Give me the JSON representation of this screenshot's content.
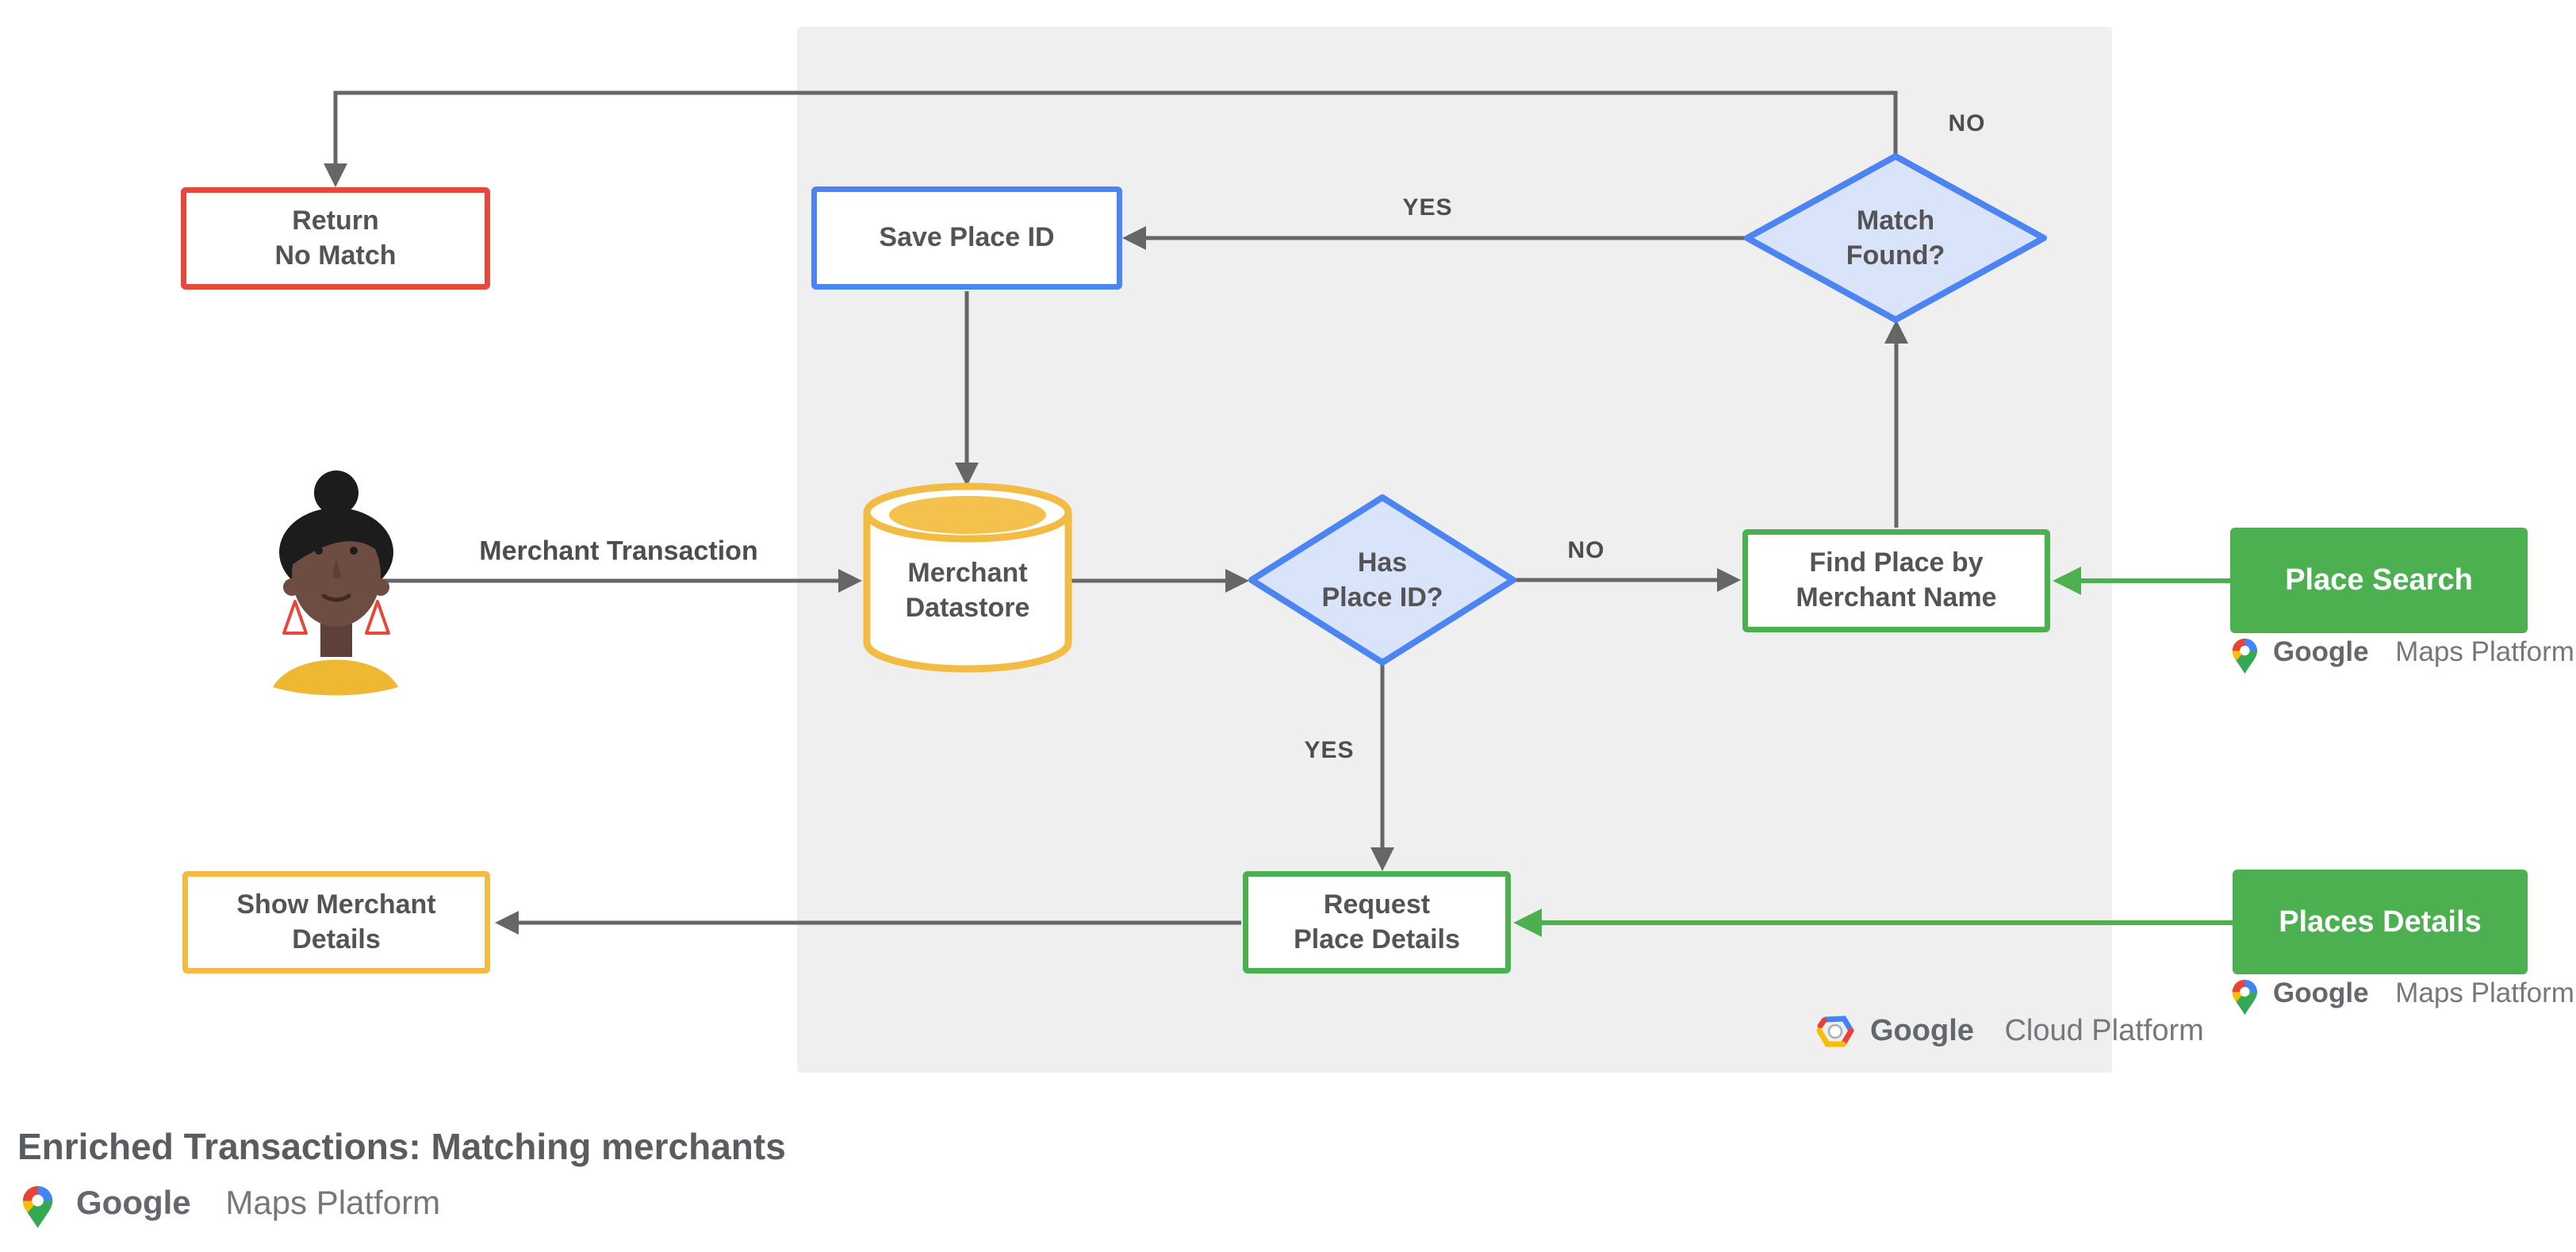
{
  "title": "Enriched Transactions: Matching merchants",
  "nodes": {
    "return_no_match": {
      "line1": "Return",
      "line2": "No Match"
    },
    "save_place_id": {
      "label": "Save Place ID"
    },
    "merchant_datastore": {
      "line1": "Merchant",
      "line2": "Datastore"
    },
    "has_place_id": {
      "line1": "Has",
      "line2": "Place ID?"
    },
    "match_found": {
      "line1": "Match",
      "line2": "Found?"
    },
    "find_place": {
      "line1": "Find Place by",
      "line2": "Merchant Name"
    },
    "request_place_details": {
      "line1": "Request",
      "line2": "Place Details"
    },
    "show_merchant_details": {
      "line1": "Show Merchant",
      "line2": "Details"
    },
    "place_search": {
      "label": "Place Search"
    },
    "places_details": {
      "label": "Places Details"
    }
  },
  "edge_labels": {
    "merchant_transaction": "Merchant Transaction",
    "yes_to_save": "YES",
    "no_to_return": "NO",
    "no_to_find": "NO",
    "yes_to_request": "YES"
  },
  "logos": {
    "gcp": {
      "google": "Google",
      "rest": "Cloud Platform"
    },
    "gmp": {
      "google": "Google",
      "rest": "Maps Platform"
    }
  },
  "colors": {
    "red": "#E5493D",
    "blue": "#4C84F2",
    "blue_fill": "#D9E3FA",
    "green": "#4CAF50",
    "yellow": "#F2BB43",
    "yellow_fill": "#F4C24C",
    "panel": "#EFEFEF",
    "line": "#666666",
    "node_text": "#545454",
    "label_text": "#4D4D4D",
    "title_text": "#5A5C60",
    "logo_text": "#75787B",
    "logo_text_dark": "#64676B",
    "skin": "#6D4C41",
    "skin_dark": "#5D4037",
    "hair": "#1C1C1C",
    "shirt": "#EFB832",
    "pin_red": "#EA4335",
    "pin_blue": "#4285F4",
    "pin_green": "#34A853",
    "pin_yellow": "#FBBC04"
  }
}
